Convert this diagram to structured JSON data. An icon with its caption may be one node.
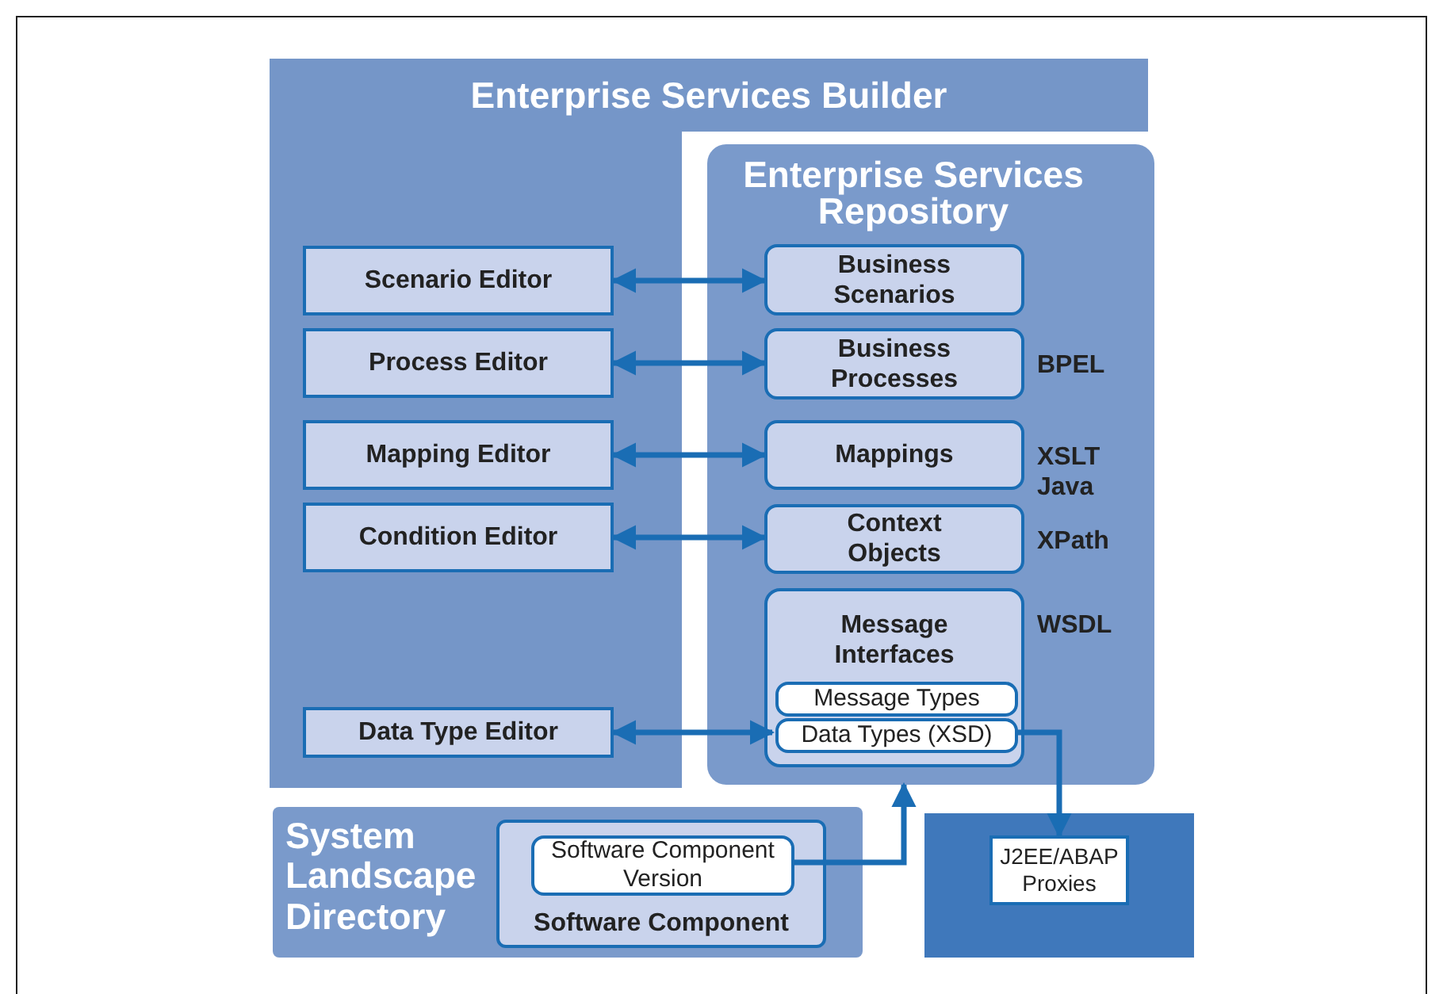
{
  "diagram": {
    "nodes": [
      {
        "text": [
          "Enterprise Services Builder"
        ]
      },
      {
        "text": [
          "Scenario Editor"
        ],
        "in": 0
      },
      {
        "text": [
          "Process Editor"
        ],
        "in": 0
      },
      {
        "text": [
          "Mapping Editor"
        ],
        "in": 0
      },
      {
        "text": [
          "Condition Editor"
        ],
        "in": 0
      },
      {
        "text": [
          "Data Type Editor"
        ],
        "in": 0
      },
      {
        "text": [
          "Enterprise Services Repository"
        ]
      },
      {
        "text": [
          "Business Scenarios"
        ],
        "in": 6
      },
      {
        "text": [
          "Business Processes"
        ],
        "in": 6,
        "beside": [
          "BPEL"
        ]
      },
      {
        "text": [
          "Mappings"
        ],
        "in": 6,
        "beside": [
          "XSLT",
          "Java"
        ]
      },
      {
        "text": [
          "Context Objects"
        ],
        "in": 6,
        "beside": [
          "XPath"
        ]
      },
      {
        "text": [
          "Message Interfaces"
        ],
        "in": 6,
        "beside": [
          "WSDL"
        ]
      },
      {
        "text": [
          "Message Types"
        ],
        "in": 11
      },
      {
        "text": [
          "Data Types (XSD)"
        ],
        "in": 11
      },
      {
        "text": [
          "System Landscape Directory"
        ]
      },
      {
        "text": [
          "Software Component"
        ],
        "in": 14
      },
      {
        "text": [
          "Software Component Version"
        ],
        "in": 15
      },
      {
        "text": [],
        "shape": "box"
      },
      {
        "text": [
          "J2EE/ABAP Proxies"
        ],
        "in": 17
      }
    ],
    "edges": [
      {
        "from": 1,
        "to": 7,
        "arrow": "both"
      },
      {
        "from": 2,
        "to": 8,
        "arrow": "both"
      },
      {
        "from": 3,
        "to": 9,
        "arrow": "both"
      },
      {
        "from": 4,
        "to": 10,
        "arrow": "both"
      },
      {
        "from": 5,
        "to": 13,
        "arrow": "both"
      },
      {
        "from": 13,
        "to": 18,
        "arrow": "to"
      },
      {
        "from": 16,
        "to": 6,
        "arrow": "to"
      }
    ]
  }
}
